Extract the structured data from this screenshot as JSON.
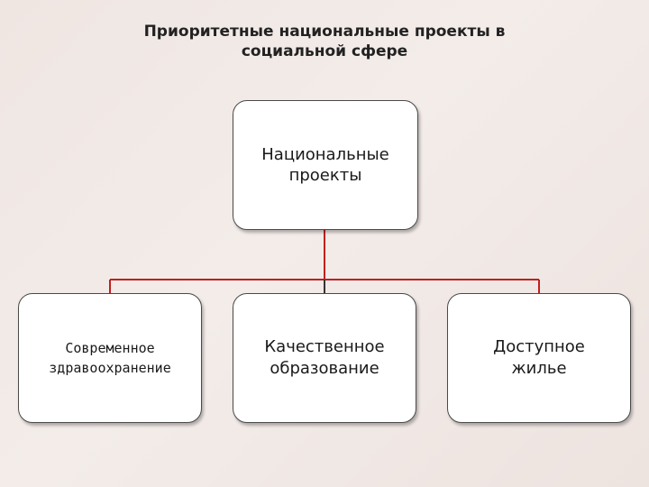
{
  "title": {
    "line1": "Приоритетные национальные проекты в",
    "line2": "социальной сфере"
  },
  "root": {
    "line1": "Национальные",
    "line2": "проекты"
  },
  "children": [
    {
      "line1": "Современное",
      "line2": "здравоохранение"
    },
    {
      "line1": "Качественное",
      "line2": "образование"
    },
    {
      "line1": "Доступное",
      "line2": "жилье"
    }
  ],
  "colors": {
    "connector": "#c0201f",
    "connector_dark": "#333333",
    "box_border": "#4a4a4a"
  }
}
